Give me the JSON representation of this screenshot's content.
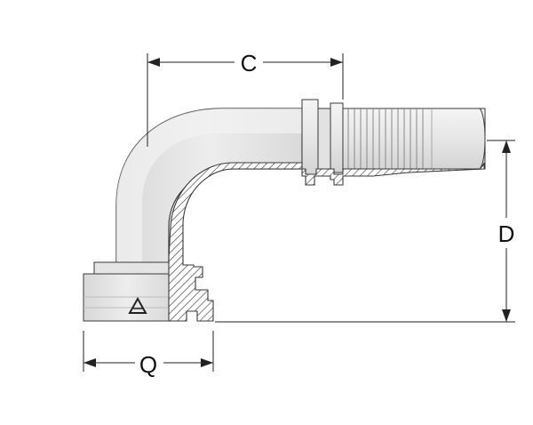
{
  "dimensions": {
    "c": "C",
    "d": "D",
    "q": "Q"
  },
  "colors": {
    "body_fill": "#e9e9e9",
    "body_highlight": "#f7f7f7",
    "body_shadow": "#cfcfcf",
    "outline": "#3a3a3a",
    "dimension_line": "#222222",
    "hatch": "#333333"
  }
}
